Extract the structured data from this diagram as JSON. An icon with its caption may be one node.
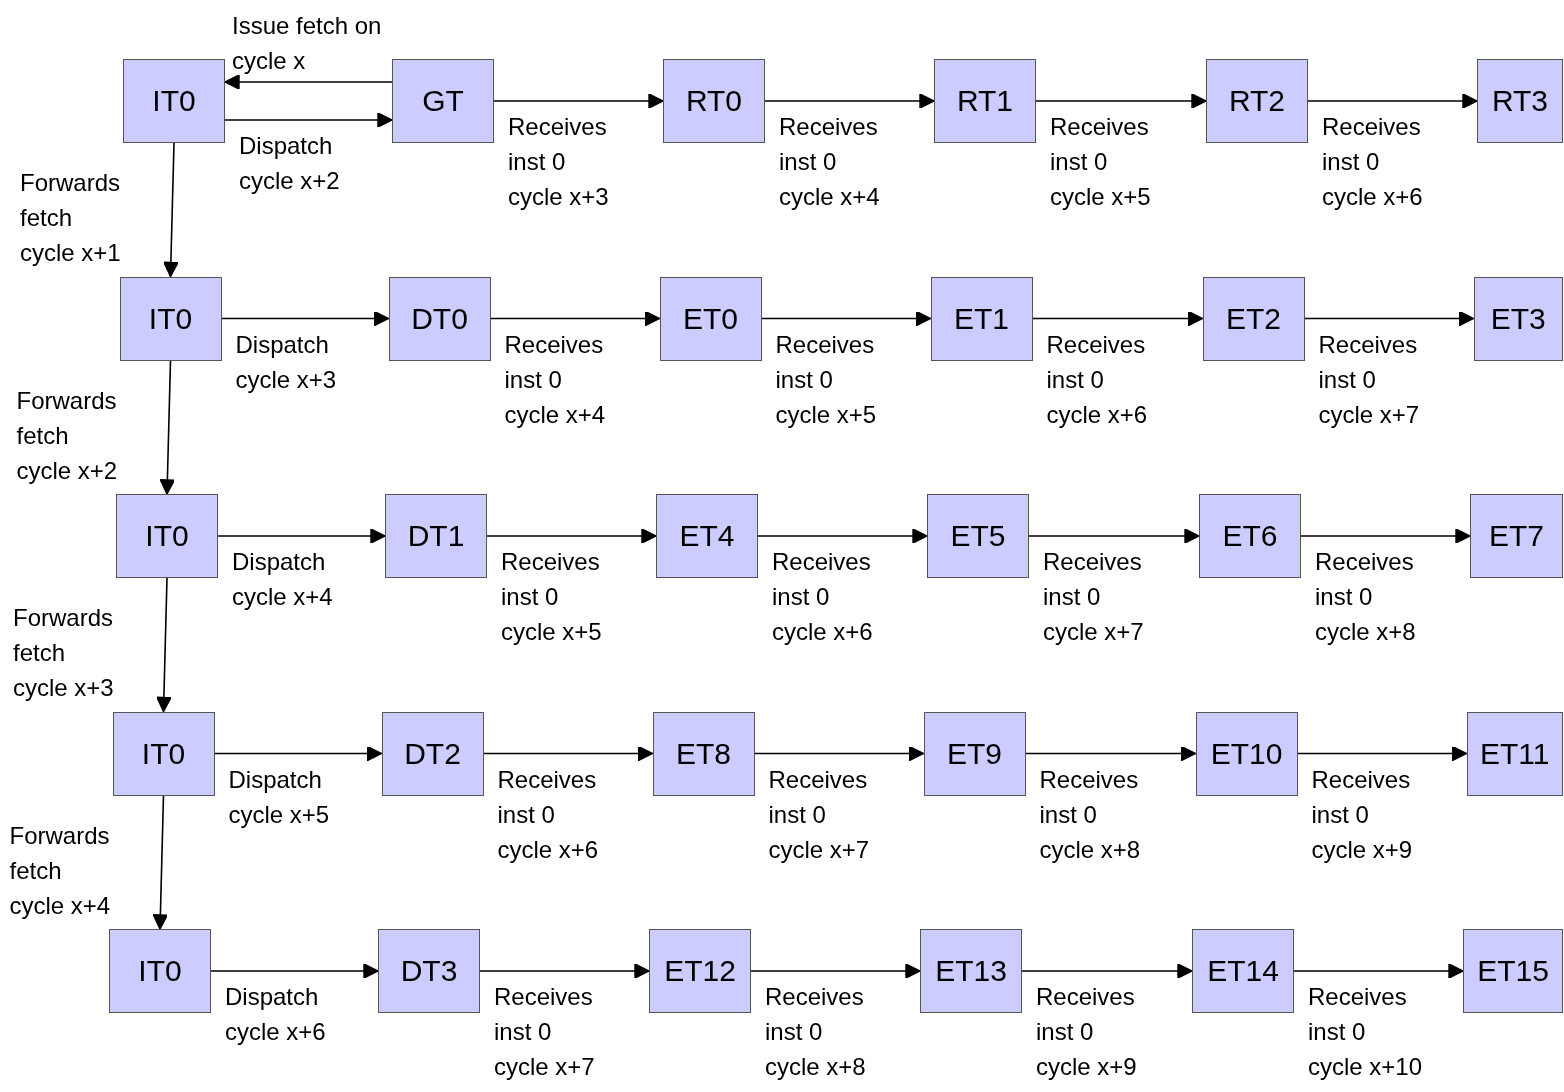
{
  "diagram": {
    "nodes": [
      {
        "text": [
          "IT0"
        ]
      },
      {
        "text": [
          "GT"
        ]
      },
      {
        "text": [
          "RT0"
        ]
      },
      {
        "text": [
          "RT1"
        ]
      },
      {
        "text": [
          "RT2"
        ]
      },
      {
        "text": [
          "RT3"
        ]
      },
      {
        "text": [
          "IT0"
        ]
      },
      {
        "text": [
          "DT0"
        ]
      },
      {
        "text": [
          "ET0"
        ]
      },
      {
        "text": [
          "ET1"
        ]
      },
      {
        "text": [
          "ET2"
        ]
      },
      {
        "text": [
          "ET3"
        ]
      },
      {
        "text": [
          "IT0"
        ]
      },
      {
        "text": [
          "DT1"
        ]
      },
      {
        "text": [
          "ET4"
        ]
      },
      {
        "text": [
          "ET5"
        ]
      },
      {
        "text": [
          "ET6"
        ]
      },
      {
        "text": [
          "ET7"
        ]
      },
      {
        "text": [
          "IT0"
        ]
      },
      {
        "text": [
          "DT2"
        ]
      },
      {
        "text": [
          "ET8"
        ]
      },
      {
        "text": [
          "ET9"
        ]
      },
      {
        "text": [
          "ET10"
        ]
      },
      {
        "text": [
          "ET11"
        ]
      },
      {
        "text": [
          "IT0"
        ]
      },
      {
        "text": [
          "DT3"
        ]
      },
      {
        "text": [
          "ET12"
        ]
      },
      {
        "text": [
          "ET13"
        ]
      },
      {
        "text": [
          "ET14"
        ]
      },
      {
        "text": [
          "ET15"
        ]
      }
    ],
    "edges": [
      {
        "from": 1,
        "to": 0,
        "arrow": "to",
        "label": "Issue fetch on cycle x"
      },
      {
        "from": 0,
        "to": 1,
        "arrow": "to",
        "label": "Dispatch cycle x+2"
      },
      {
        "from": 1,
        "to": 2,
        "arrow": "to",
        "label": "Receives inst 0 cycle x+3"
      },
      {
        "from": 2,
        "to": 3,
        "arrow": "to",
        "label": "Receives inst 0 cycle x+4"
      },
      {
        "from": 3,
        "to": 4,
        "arrow": "to",
        "label": "Receives inst 0 cycle x+5"
      },
      {
        "from": 4,
        "to": 5,
        "arrow": "to",
        "label": "Receives inst 0 cycle x+6"
      },
      {
        "from": 0,
        "to": 6,
        "arrow": "to",
        "label": "Forwards fetch cycle x+1"
      },
      {
        "from": 6,
        "to": 7,
        "arrow": "to",
        "label": "Dispatch cycle x+3"
      },
      {
        "from": 7,
        "to": 8,
        "arrow": "to",
        "label": "Receives inst 0 cycle x+4"
      },
      {
        "from": 8,
        "to": 9,
        "arrow": "to",
        "label": "Receives inst 0 cycle x+5"
      },
      {
        "from": 9,
        "to": 10,
        "arrow": "to",
        "label": "Receives inst 0 cycle x+6"
      },
      {
        "from": 10,
        "to": 11,
        "arrow": "to",
        "label": "Receives inst 0 cycle x+7"
      },
      {
        "from": 6,
        "to": 12,
        "arrow": "to",
        "label": "Forwards fetch cycle x+2"
      },
      {
        "from": 12,
        "to": 13,
        "arrow": "to",
        "label": "Dispatch cycle x+4"
      },
      {
        "from": 13,
        "to": 14,
        "arrow": "to",
        "label": "Receives inst 0 cycle x+5"
      },
      {
        "from": 14,
        "to": 15,
        "arrow": "to",
        "label": "Receives inst 0 cycle x+6"
      },
      {
        "from": 15,
        "to": 16,
        "arrow": "to",
        "label": "Receives inst 0 cycle x+7"
      },
      {
        "from": 16,
        "to": 17,
        "arrow": "to",
        "label": "Receives inst 0 cycle x+8"
      },
      {
        "from": 12,
        "to": 18,
        "arrow": "to",
        "label": "Forwards fetch cycle x+3"
      },
      {
        "from": 18,
        "to": 19,
        "arrow": "to",
        "label": "Dispatch cycle x+5"
      },
      {
        "from": 19,
        "to": 20,
        "arrow": "to",
        "label": "Receives inst 0 cycle x+6"
      },
      {
        "from": 20,
        "to": 21,
        "arrow": "to",
        "label": "Receives inst 0 cycle x+7"
      },
      {
        "from": 21,
        "to": 22,
        "arrow": "to",
        "label": "Receives inst 0 cycle x+8"
      },
      {
        "from": 22,
        "to": 23,
        "arrow": "to",
        "label": "Receives inst 0 cycle x+9"
      },
      {
        "from": 18,
        "to": 24,
        "arrow": "to",
        "label": "Forwards fetch cycle x+4"
      },
      {
        "from": 24,
        "to": 25,
        "arrow": "to",
        "label": "Dispatch cycle x+6"
      },
      {
        "from": 25,
        "to": 26,
        "arrow": "to",
        "label": "Receives inst 0 cycle x+7"
      },
      {
        "from": 26,
        "to": 27,
        "arrow": "to",
        "label": "Receives inst 0 cycle x+8"
      },
      {
        "from": 27,
        "to": 28,
        "arrow": "to",
        "label": "Receives inst 0 cycle x+9"
      },
      {
        "from": 28,
        "to": 29,
        "arrow": "to",
        "label": "Receives inst 0 cycle x+10"
      }
    ]
  }
}
